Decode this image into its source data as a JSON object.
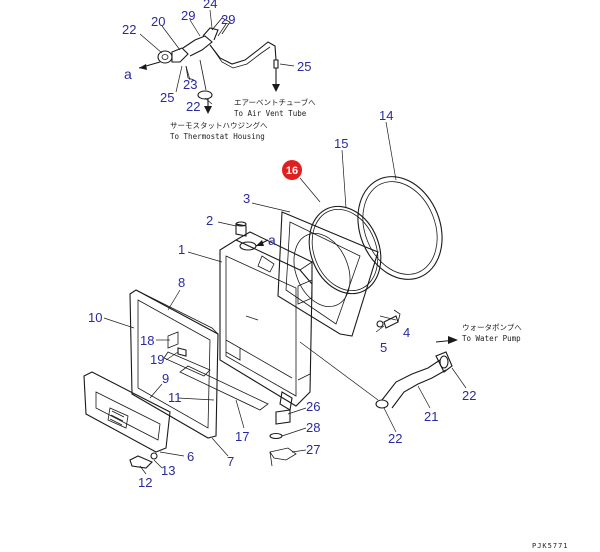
{
  "diagram": {
    "drawing_code": "PJK5771",
    "highlight_color": "#e02020",
    "label_color": "#2a2aa0",
    "callouts": {
      "c22a": "22",
      "c20": "20",
      "c29a": "29",
      "c24": "24",
      "c29b": "29",
      "c23": "23",
      "c25a": "25",
      "c25b": "25",
      "c22b": "22",
      "c14": "14",
      "c15": "15",
      "c16": "16",
      "c3": "3",
      "c2": "2",
      "c1": "1",
      "c8": "8",
      "c10": "10",
      "c18": "18",
      "c19": "19",
      "c9": "9",
      "c11": "11",
      "c4": "4",
      "c5": "5",
      "c26": "26",
      "c28": "28",
      "c27": "27",
      "c17": "17",
      "c6": "6",
      "c13": "13",
      "c12": "12",
      "c7": "7",
      "c22c": "22",
      "c21": "21",
      "c22d": "22"
    },
    "view_marks": {
      "a1": "a",
      "a2": "a"
    },
    "notes": {
      "air_vent_jp": "エアーベントチューブへ",
      "air_vent_en": "To Air Vent Tube",
      "thermostat_jp": "サーモスタットハウジングへ",
      "thermostat_en": "To Thermostat Housing",
      "water_pump_jp": "ウォータポンプへ",
      "water_pump_en": "To Water Pump"
    }
  }
}
